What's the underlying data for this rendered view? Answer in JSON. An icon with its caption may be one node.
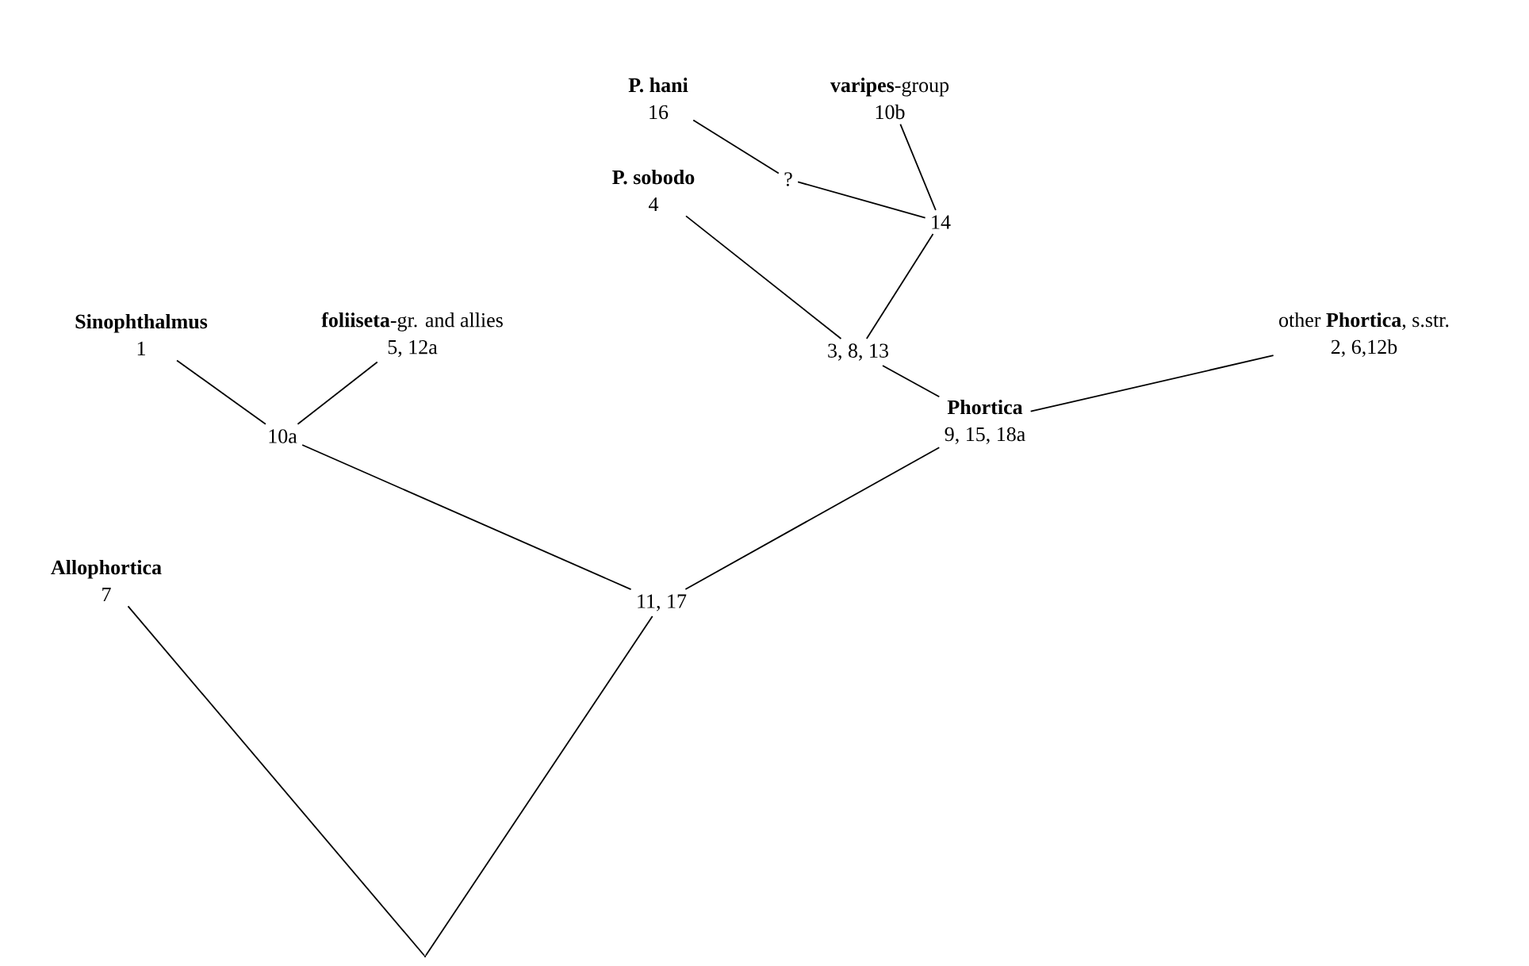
{
  "diagram": {
    "nodes": [
      {
        "text": [
          "P. hani",
          "16"
        ]
      },
      {
        "text": [
          "**varipes**-group",
          "10b"
        ]
      },
      {
        "text": [
          "?"
        ]
      },
      {
        "text": [
          "14"
        ]
      },
      {
        "text": [
          "P. sobodo",
          "4"
        ]
      },
      {
        "text": [
          "Sinophthalmus",
          "1"
        ]
      },
      {
        "text": [
          "**foliiseta**-gr. and allies",
          "5, 12a"
        ]
      },
      {
        "text": [
          "3, 8, 13"
        ]
      },
      {
        "text": [
          "other **Phortica**, s.str.",
          "2, 6,12b"
        ]
      },
      {
        "text": [
          "10a"
        ]
      },
      {
        "text": [
          "Phortica",
          "9, 15, 18a"
        ]
      },
      {
        "text": [
          "Allophortica",
          "7"
        ]
      },
      {
        "text": [
          "11, 17"
        ]
      },
      {
        "text": [],
        "shape": "point"
      }
    ],
    "edges": [
      {
        "from": 0,
        "to": 2,
        "arrow": "none"
      },
      {
        "from": 2,
        "to": 3,
        "arrow": "none"
      },
      {
        "from": 1,
        "to": 3,
        "arrow": "none"
      },
      {
        "from": 4,
        "to": 7,
        "arrow": "none"
      },
      {
        "from": 3,
        "to": 7,
        "arrow": "none"
      },
      {
        "from": 5,
        "to": 9,
        "arrow": "none"
      },
      {
        "from": 6,
        "to": 9,
        "arrow": "none"
      },
      {
        "from": 7,
        "to": 10,
        "arrow": "none"
      },
      {
        "from": 8,
        "to": 10,
        "arrow": "none"
      },
      {
        "from": 9,
        "to": 12,
        "arrow": "none"
      },
      {
        "from": 10,
        "to": 12,
        "arrow": "none"
      },
      {
        "from": 11,
        "to": 13,
        "arrow": "none"
      },
      {
        "from": 12,
        "to": 13,
        "arrow": "none"
      }
    ]
  }
}
